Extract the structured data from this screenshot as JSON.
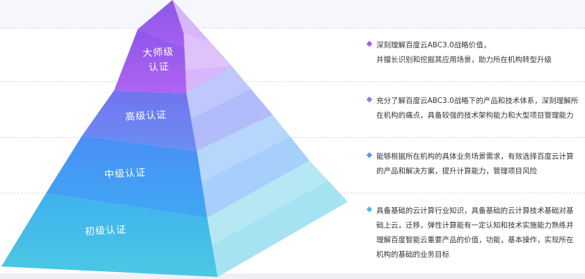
{
  "levels": [
    {
      "name": "大师级\n认证",
      "color": "#a35df0",
      "description": "深刻理解百度云ABC3.0战略价值，\n并擅长识别和挖掘其应用场景，助力所在机构转型升级"
    },
    {
      "name": "高级认证",
      "color": "#7f7ef2",
      "description": "充分了解百度云ABC3.0战略下的产品和技术体系，深刻理解所在机构的痛点，具备较强的技术架构能力和大型项目管理能力"
    },
    {
      "name": "中级认证",
      "color": "#4d9cf6",
      "description": "能够根据所在机构的具体业务场景需求，有效选择百度云计算的产品和解决方案，提升计算能力，管理项目风险"
    },
    {
      "name": "初级认证",
      "color": "#46c1e6",
      "description": "具备基础的云计算行业知识，具备基础的云计算技术基础对基础上云，迁移，弹性计算能有一定认知和技术实施能力熟练并理解百度智能云重要产品的价值，功能，基本操作，实现所在机构的基础的业务目标"
    }
  ]
}
